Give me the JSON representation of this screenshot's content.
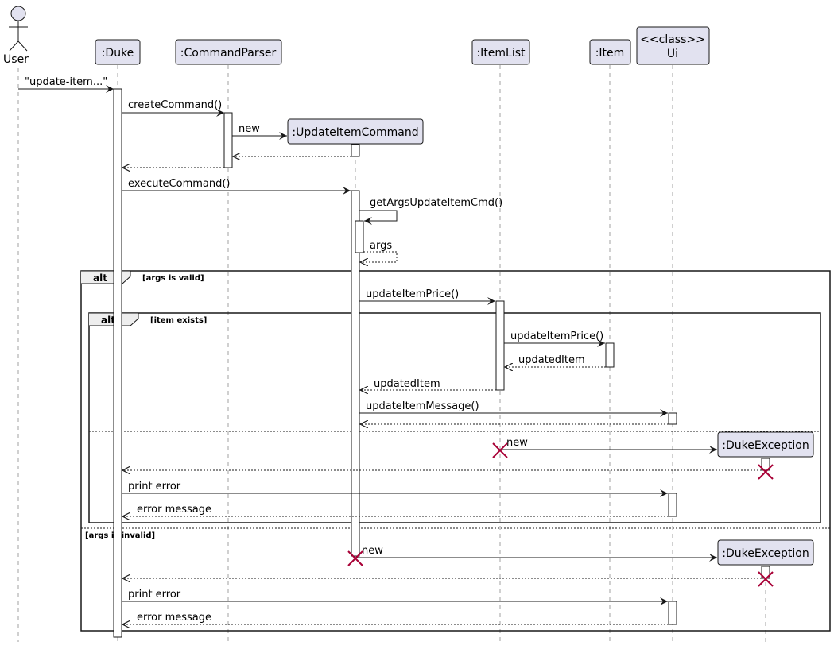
{
  "colors": {
    "participant_fill": "#E2E2F0",
    "participant_border": "#181818",
    "lifeline": "#A0A0A0",
    "destroy": "#A80036",
    "line": "#181818"
  },
  "participants": {
    "user": "User",
    "duke": ":Duke",
    "parser": ":CommandParser",
    "itemlist": ":ItemList",
    "item": ":Item",
    "ui_stereotype": "<<class>>",
    "ui": "Ui",
    "update_cmd": ":UpdateItemCommand",
    "exception_1": ":DukeException",
    "exception_2": ":DukeException"
  },
  "messages": {
    "m1": "\"update-item...\"",
    "m2": "createCommand()",
    "m3": "new",
    "m4": "executeCommand()",
    "m5": "getArgsUpdateItemCmd()",
    "m6": "args",
    "m7": "updateItemPrice()",
    "m8": "updateItemPrice()",
    "m9": "updatedItem",
    "m10": "updatedItem",
    "m11": "updateItemMessage()",
    "m12": "new",
    "m13": "print error",
    "m14": "error message",
    "m15": "new",
    "m16": "print error",
    "m17": "error message"
  },
  "fragments": {
    "outer_keyword": "alt",
    "outer_guard": "[args is valid]",
    "outer_else_guard": "[args is invalid]",
    "inner_keyword": "alt",
    "inner_guard": "[item exists]"
  }
}
